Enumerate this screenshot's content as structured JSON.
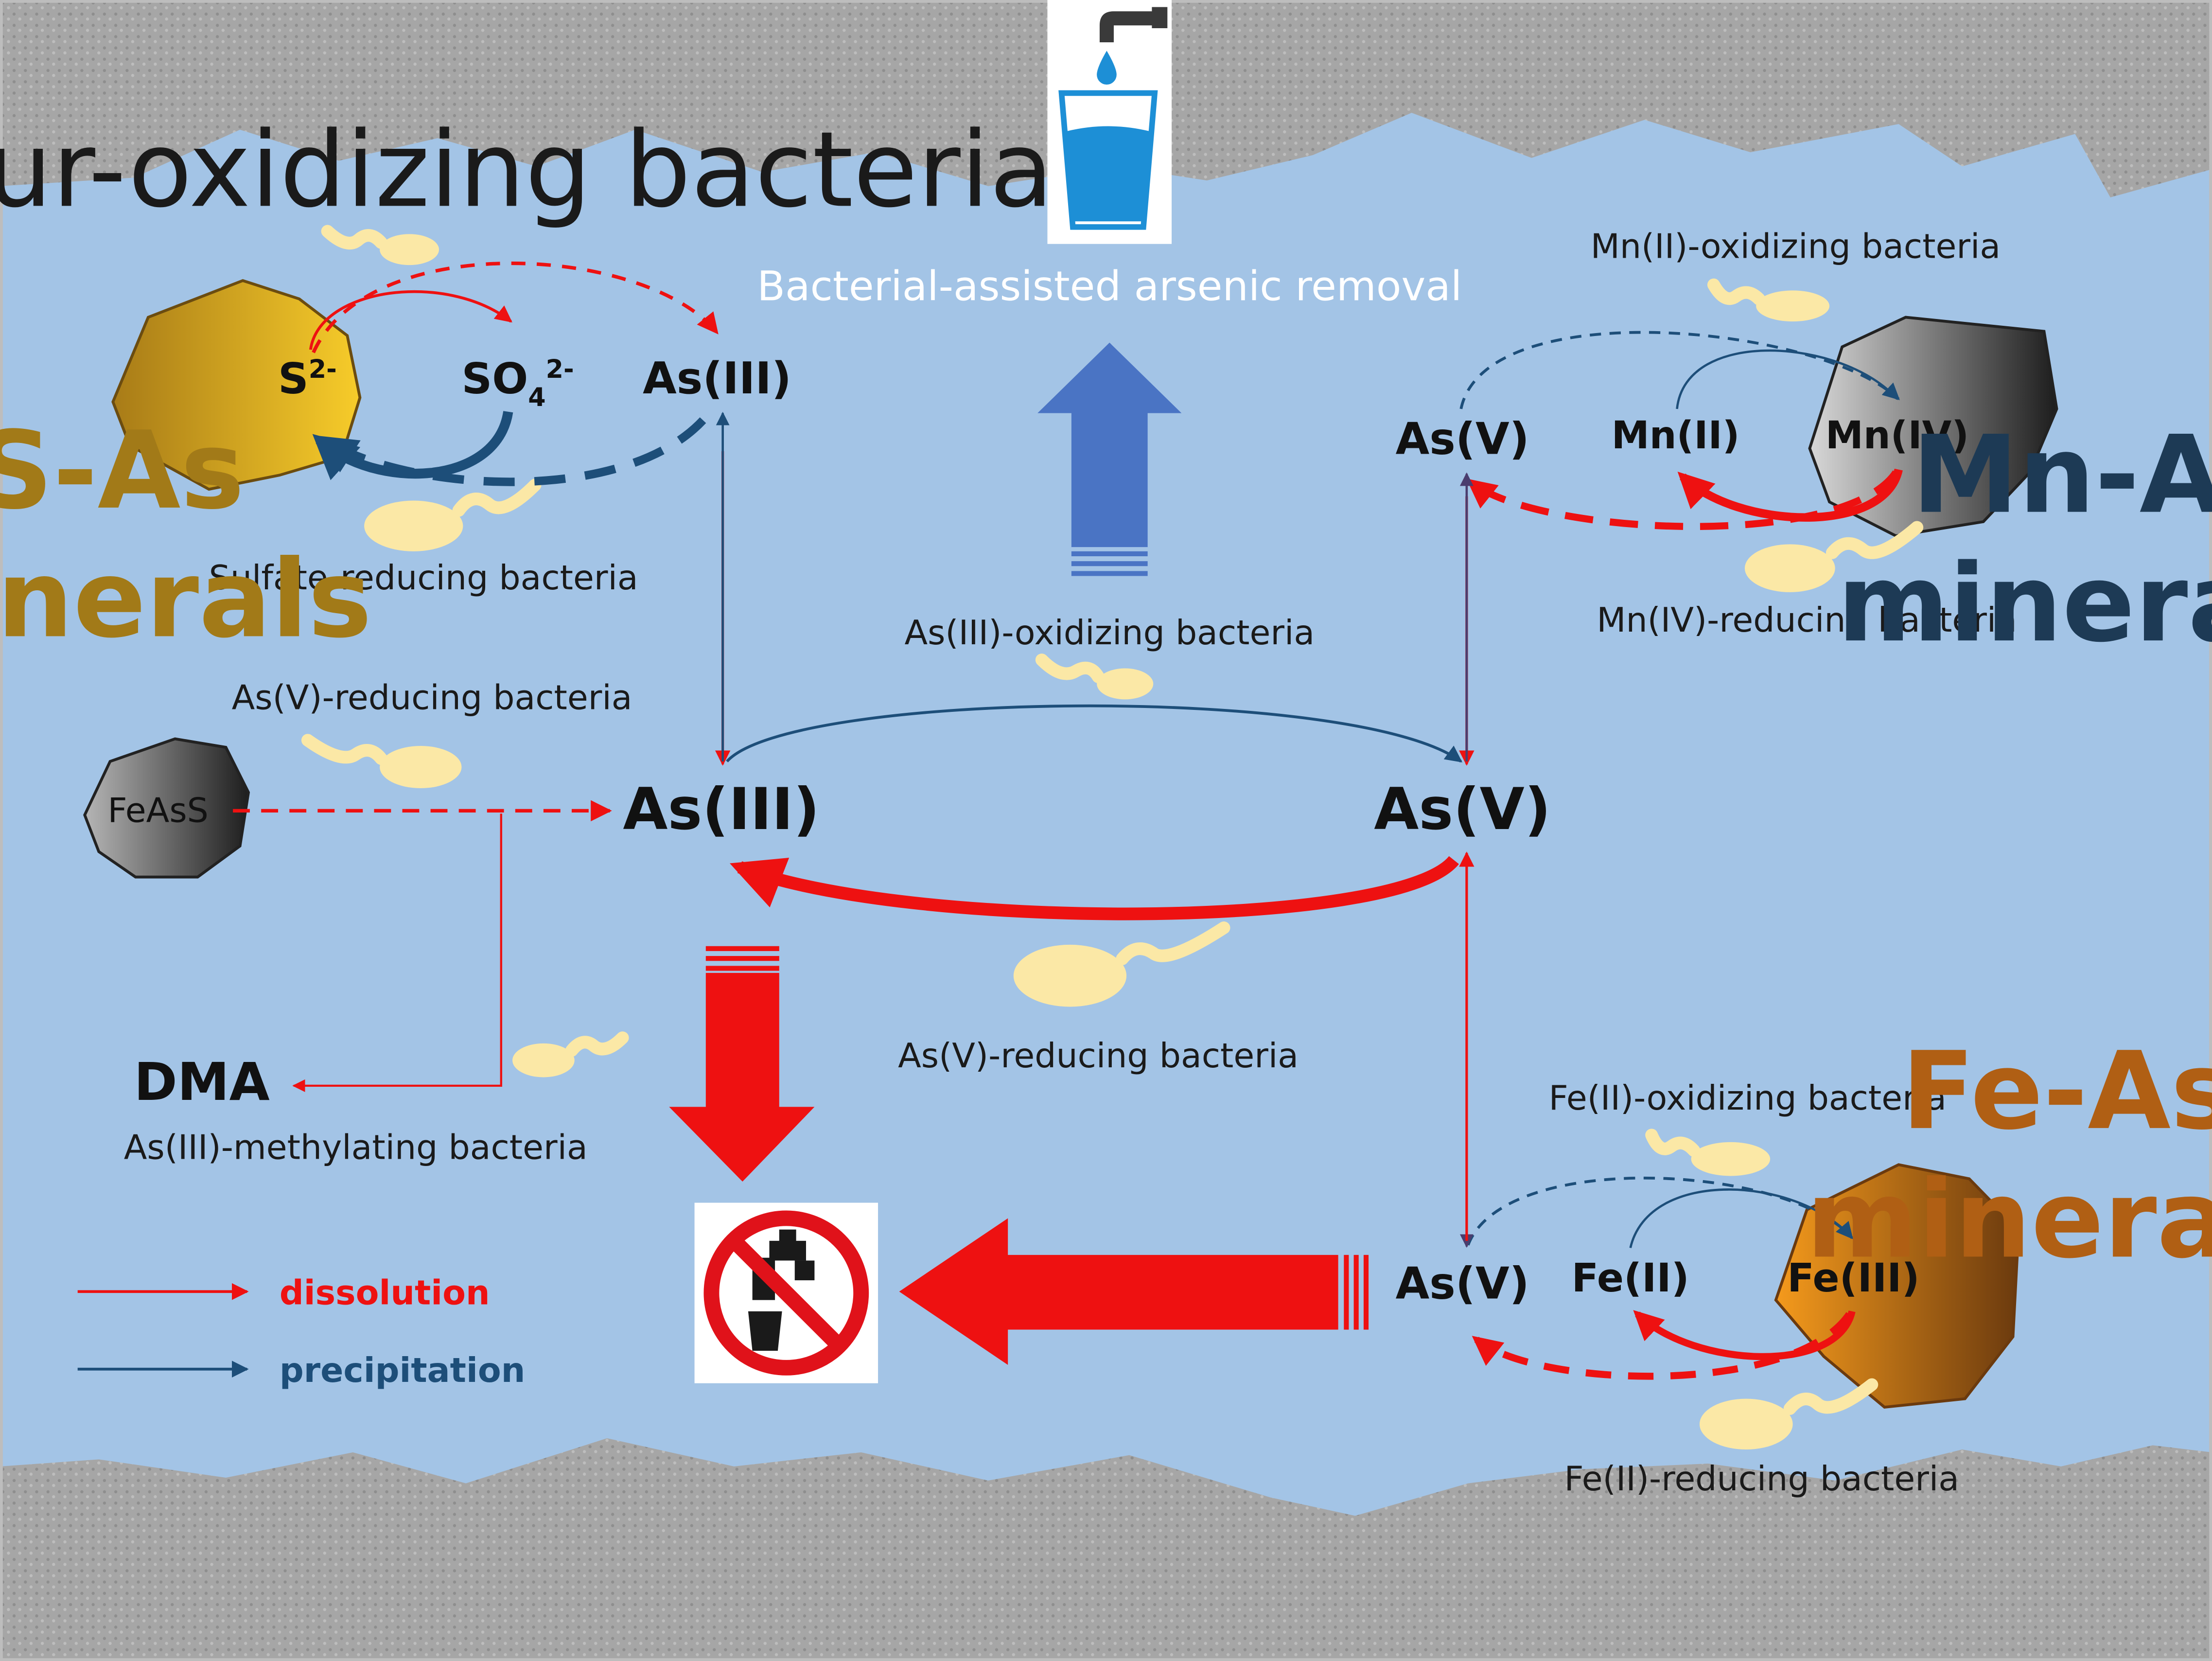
{
  "title": "Bacterial-assisted arsenic removal",
  "minerals": {
    "s_as": "S-As\nminerals",
    "mn_as": "Mn-As\nminerals",
    "fe_as": "Fe-As\nminerals",
    "feass": "FeAsS"
  },
  "species": {
    "s2": "S",
    "s2_sup": "2-",
    "so4": "SO",
    "so4_sub": "4",
    "so4_sup": "2-",
    "as3_small": "As(III)",
    "as5_mn": "As(V)",
    "mn2": "Mn(II)",
    "mn4": "Mn(IV)",
    "as3_big": "As(III)",
    "as5_big": "As(V)",
    "dma": "DMA",
    "as5_fe": "As(V)",
    "fe2": "Fe(II)",
    "fe3": "Fe(III)"
  },
  "bacteria": {
    "sulfur_oxidizing": "Sulfur-oxidizing bacteria",
    "sulfate_reducing": "Sulfate-reducing bacteria",
    "mn2_oxidizing": "Mn(II)-oxidizing bacteria",
    "mn4_reducing": "Mn(IV)-reducing bacteria",
    "as3_oxidizing": "As(III)-oxidizing bacteria",
    "as5_reducing_left": "As(V)-reducing bacteria",
    "as5_reducing_center": "As(V)-reducing bacteria",
    "as3_methylating": "As(III)-methylating bacteria",
    "fe2_oxidizing": "Fe(II)-oxidizing bacteria",
    "fe2_reducing": "Fe(II)-reducing bacteria"
  },
  "legend": {
    "dissolution": "dissolution",
    "precipitation": "precipitation"
  },
  "icons": [
    "glass-of-water-icon",
    "no-drinking-water-icon"
  ],
  "colors": {
    "water": "#a3c4e6",
    "ground": "#a9a9a9",
    "dissolution": "#ee1111",
    "precipitation": "#1d4e79",
    "removal_arrow": "#4a74c4",
    "s_mineral_text": "#a27a18",
    "fe_mineral_text": "#b05f14",
    "mn_mineral_text": "#1d3a55"
  }
}
